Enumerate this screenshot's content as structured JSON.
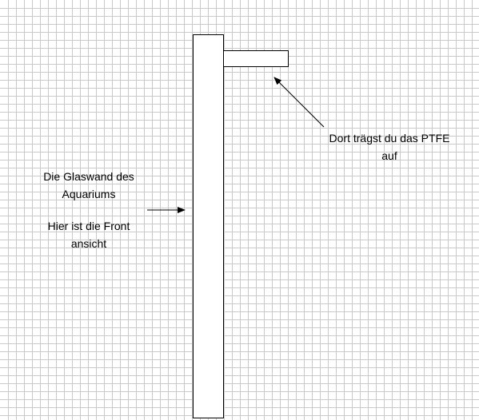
{
  "colors": {
    "stroke": "#000000",
    "fill": "#ffffff",
    "grid": "#c9c9c9",
    "text": "#000000"
  },
  "shapes": {
    "glass_wall": "glass-wall-rectangle",
    "ptfe_strip": "ptfe-strip-rectangle"
  },
  "annotations": {
    "ptfe_note": "Dort trägst du das PTFE\nauf",
    "glass_note": "Die Glaswand des\nAquariums",
    "front_note": "Hier ist die Front\nansicht"
  }
}
